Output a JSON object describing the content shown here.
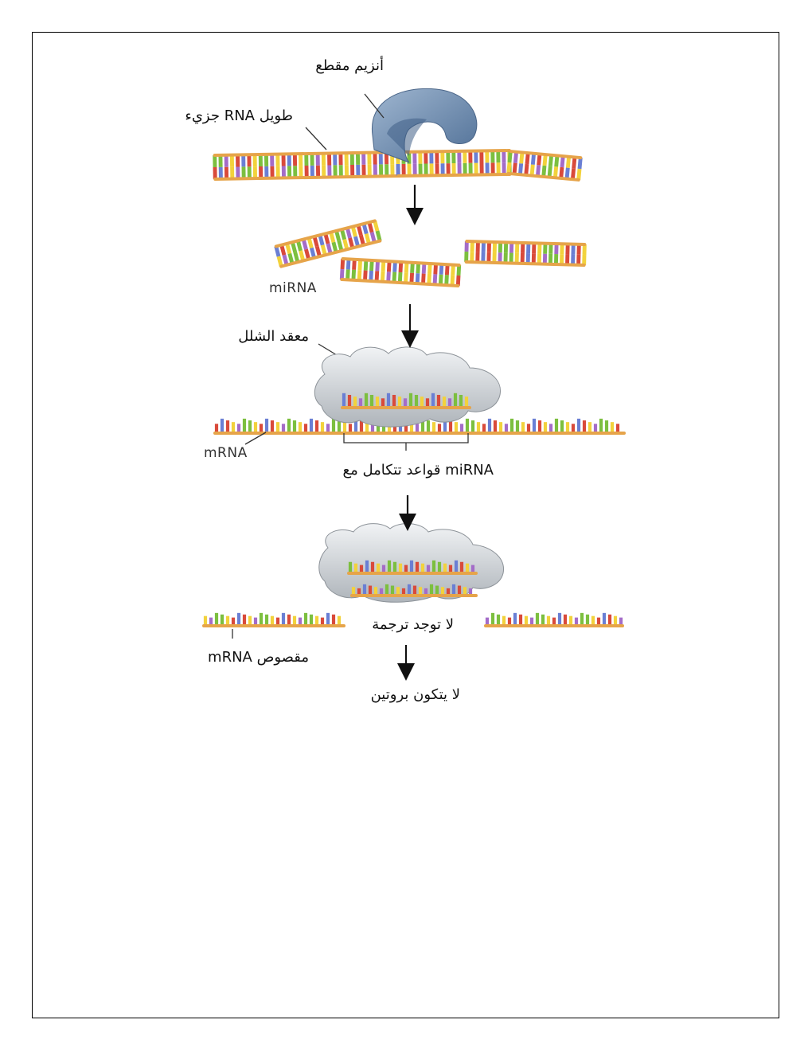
{
  "labels": {
    "cutting_enzyme": "أنزيم مقطع",
    "long_rna": "جزيء RNA طويل",
    "mirna": "miRNA",
    "silencing_complex": "معقد الشلل",
    "mrna": "mRNA",
    "complementary_bases": "قواعد تتكامل مع miRNA",
    "no_translation": "لا توجد ترجمة",
    "cut_mrna": "mRNA مقصوص",
    "no_protein": "لا يتكون بروتين"
  },
  "colors": {
    "backbone": "#e6a44a",
    "base_red": "#d94a3a",
    "base_yellow": "#f2d23c",
    "base_green": "#7cbf3f",
    "base_blue": "#6a7fd4",
    "base_purple": "#a46cc8",
    "enzyme": "#6f8fb3",
    "complex": "#c9ced3"
  }
}
